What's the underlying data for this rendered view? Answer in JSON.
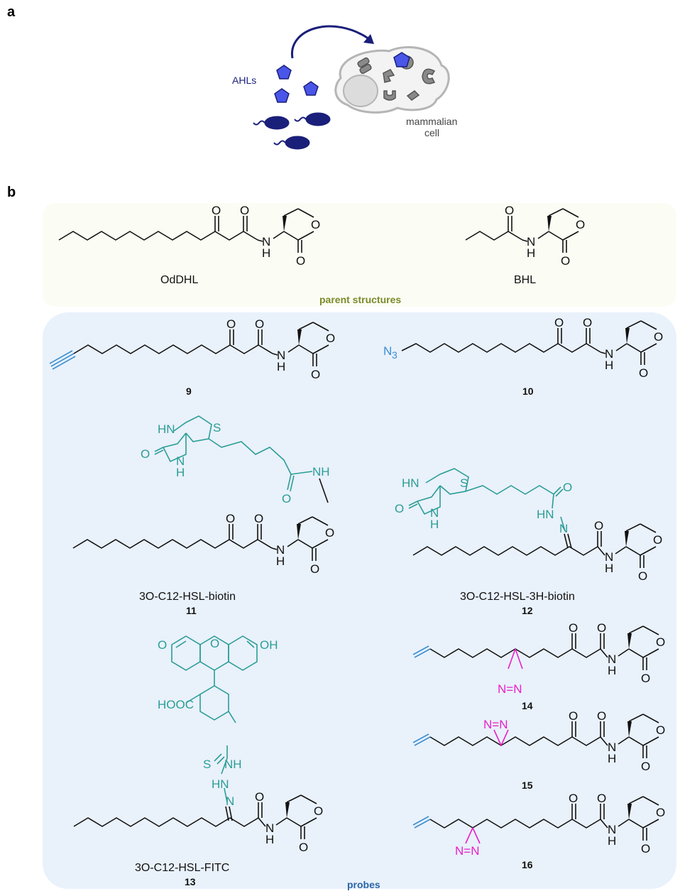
{
  "panels": {
    "a": "a",
    "b": "b"
  },
  "panel_a": {
    "ahl_label": "AHLs",
    "cell_label_line1": "mammalian",
    "cell_label_line2": "cell"
  },
  "parent_section": {
    "label": "parent structures",
    "compounds": [
      {
        "name": "OdDHL"
      },
      {
        "name": "BHL"
      }
    ]
  },
  "probes_section": {
    "label": "probes",
    "compounds": [
      {
        "number": "9"
      },
      {
        "number": "10"
      },
      {
        "name": "3O-C12-HSL-biotin",
        "number": "11"
      },
      {
        "name": "3O-C12-HSL-3H-biotin",
        "number": "12"
      },
      {
        "name": "3O-C12-HSL-FITC",
        "number": "13"
      },
      {
        "number": "14"
      },
      {
        "number": "15"
      },
      {
        "number": "16"
      }
    ]
  },
  "atoms": {
    "O": "O",
    "N": "N",
    "H": "H",
    "NH": "NH",
    "HN": "HN",
    "S": "S",
    "OH": "OH",
    "HOOC": "HOOC",
    "N3": "N",
    "N3_sub": "3",
    "NN": "N=N"
  },
  "colors": {
    "bond": "#111111",
    "teal": "#2a9d95",
    "magenta": "#e81fc8",
    "azide_blue": "#3a8fd0",
    "navy": "#1a1f7a",
    "pentagon": "#4a56e8",
    "parent_label": "#7a8a2a",
    "probes_label": "#2a66a8"
  }
}
